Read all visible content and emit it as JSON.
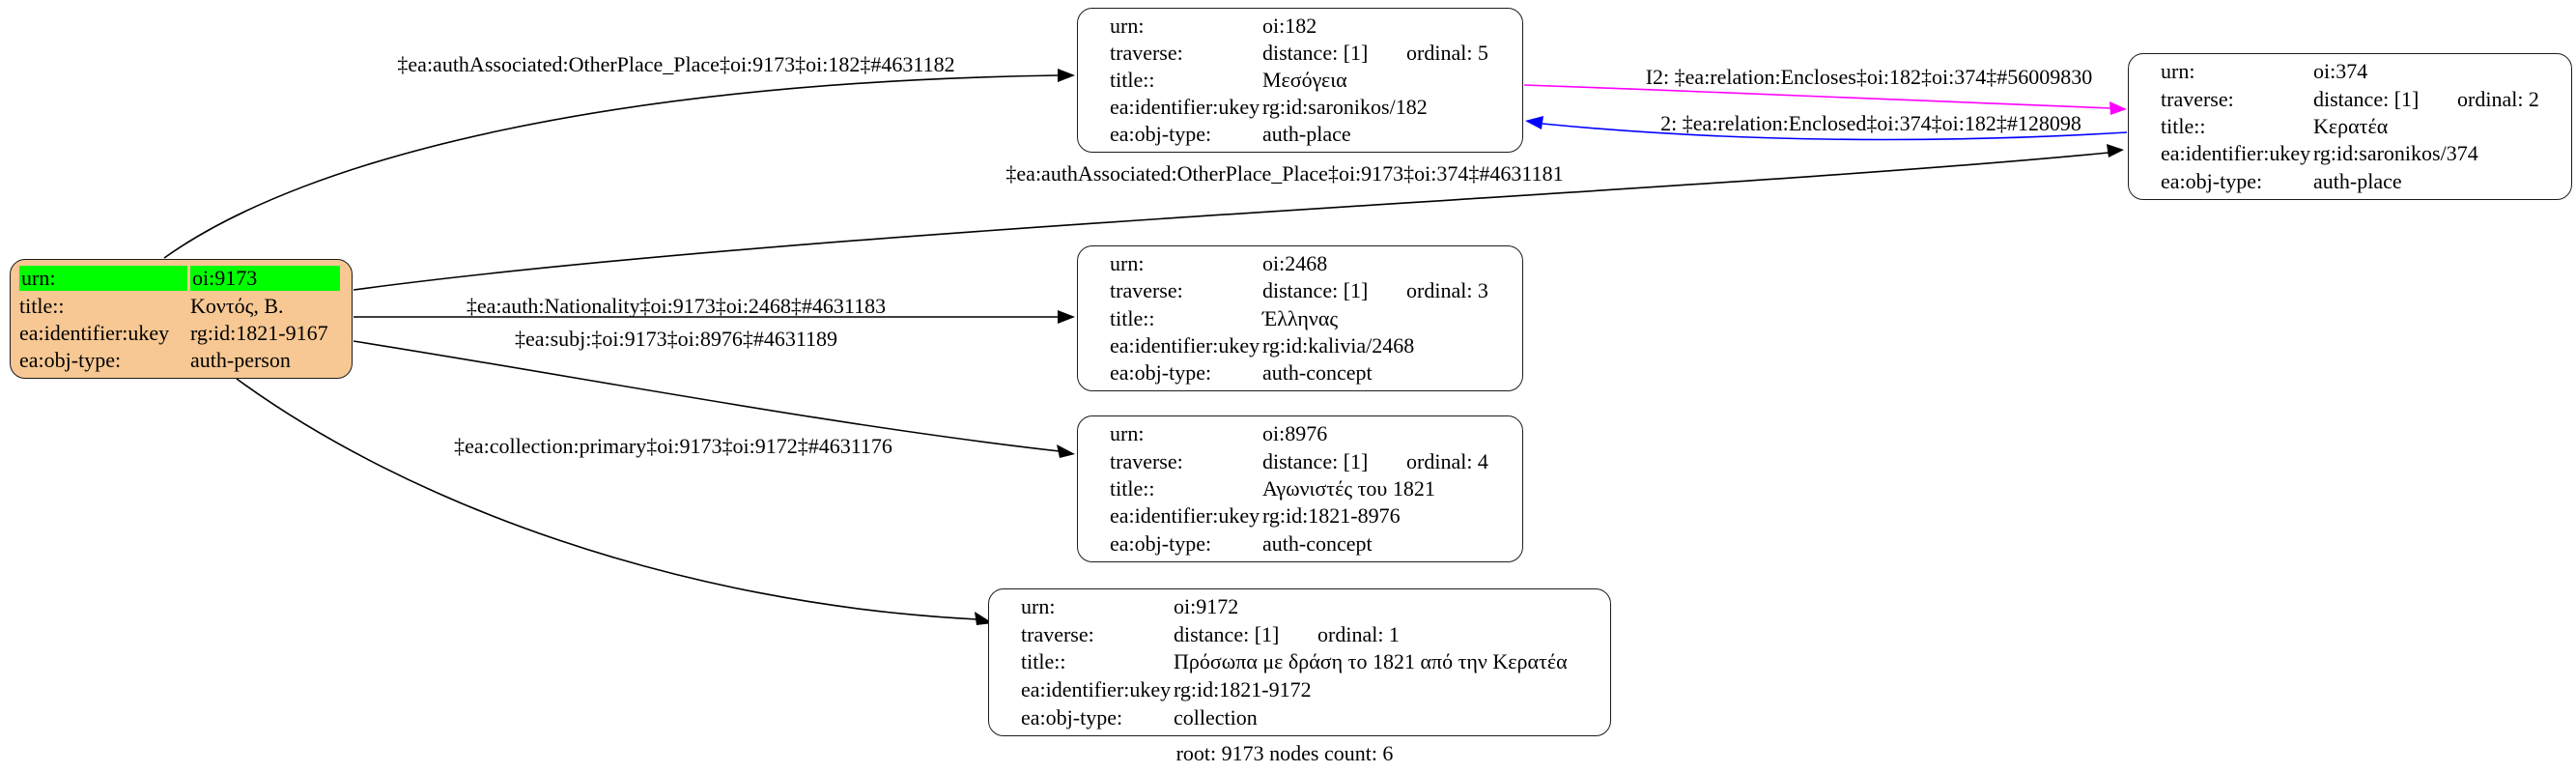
{
  "graph": {
    "root_label": "root: 9173 nodes count: 6"
  },
  "colors": {
    "node_fill": "#ffffff",
    "node_border": "#1c1c1c",
    "person_fill": "#f7c893",
    "highlight_green": "#00ff00",
    "edge_black": "#000000",
    "edge_magenta": "#ff00ff",
    "edge_blue": "#0000ff"
  },
  "nodes": {
    "n9173": {
      "rows": [
        [
          "urn:",
          "oi:9173"
        ],
        [
          "title::",
          "Κοντός, Β."
        ],
        [
          "ea:identifier:ukey",
          "rg:id:1821-9167"
        ],
        [
          "ea:obj-type:",
          "auth-person"
        ]
      ]
    },
    "n182": {
      "urn": [
        "urn:",
        "oi:182"
      ],
      "traverse": [
        "traverse:",
        "distance: [1]",
        "ordinal: 5"
      ],
      "title": [
        "title::",
        "Μεσόγεια"
      ],
      "ukey": [
        "ea:identifier:ukey",
        "rg:id:saronikos/182"
      ],
      "objtype": [
        "ea:obj-type:",
        "auth-place"
      ]
    },
    "n374": {
      "urn": [
        "urn:",
        "oi:374"
      ],
      "traverse": [
        "traverse:",
        "distance: [1]",
        "ordinal: 2"
      ],
      "title": [
        "title::",
        "Κερατέα"
      ],
      "ukey": [
        "ea:identifier:ukey",
        "rg:id:saronikos/374"
      ],
      "objtype": [
        "ea:obj-type:",
        "auth-place"
      ]
    },
    "n2468": {
      "urn": [
        "urn:",
        "oi:2468"
      ],
      "traverse": [
        "traverse:",
        "distance: [1]",
        "ordinal: 3"
      ],
      "title": [
        "title::",
        "Έλληνας"
      ],
      "ukey": [
        "ea:identifier:ukey",
        "rg:id:kalivia/2468"
      ],
      "objtype": [
        "ea:obj-type:",
        "auth-concept"
      ]
    },
    "n8976": {
      "urn": [
        "urn:",
        "oi:8976"
      ],
      "traverse": [
        "traverse:",
        "distance: [1]",
        "ordinal: 4"
      ],
      "title": [
        "title::",
        "Αγωνιστές του 1821"
      ],
      "ukey": [
        "ea:identifier:ukey",
        "rg:id:1821-8976"
      ],
      "objtype": [
        "ea:obj-type:",
        "auth-concept"
      ]
    },
    "n9172": {
      "urn": [
        "urn:",
        "oi:9172"
      ],
      "traverse": [
        "traverse:",
        "distance: [1]",
        "ordinal: 1"
      ],
      "title": [
        "title::",
        "Πρόσωπα με δράση το 1821 από την Κερατέα"
      ],
      "ukey": [
        "ea:identifier:ukey",
        "rg:id:1821-9172"
      ],
      "objtype": [
        "ea:obj-type:",
        "collection"
      ]
    }
  },
  "edges": {
    "assoc_182": {
      "label": "‡ea:authAssociated:OtherPlace_Place‡oi:9173‡oi:182‡#4631182"
    },
    "assoc_374": {
      "label": "‡ea:authAssociated:OtherPlace_Place‡oi:9173‡oi:374‡#4631181"
    },
    "nationality": {
      "label": "‡ea:auth:Nationality‡oi:9173‡oi:2468‡#4631183"
    },
    "subj": {
      "label": "‡ea:subj:‡oi:9173‡oi:8976‡#4631189"
    },
    "collection": {
      "label": "‡ea:collection:primary‡oi:9173‡oi:9172‡#4631176"
    },
    "encloses": {
      "label": "I2: ‡ea:relation:Encloses‡oi:182‡oi:374‡#56009830"
    },
    "enclosed": {
      "label": "2: ‡ea:relation:Enclosed‡oi:374‡oi:182‡#128098"
    }
  }
}
